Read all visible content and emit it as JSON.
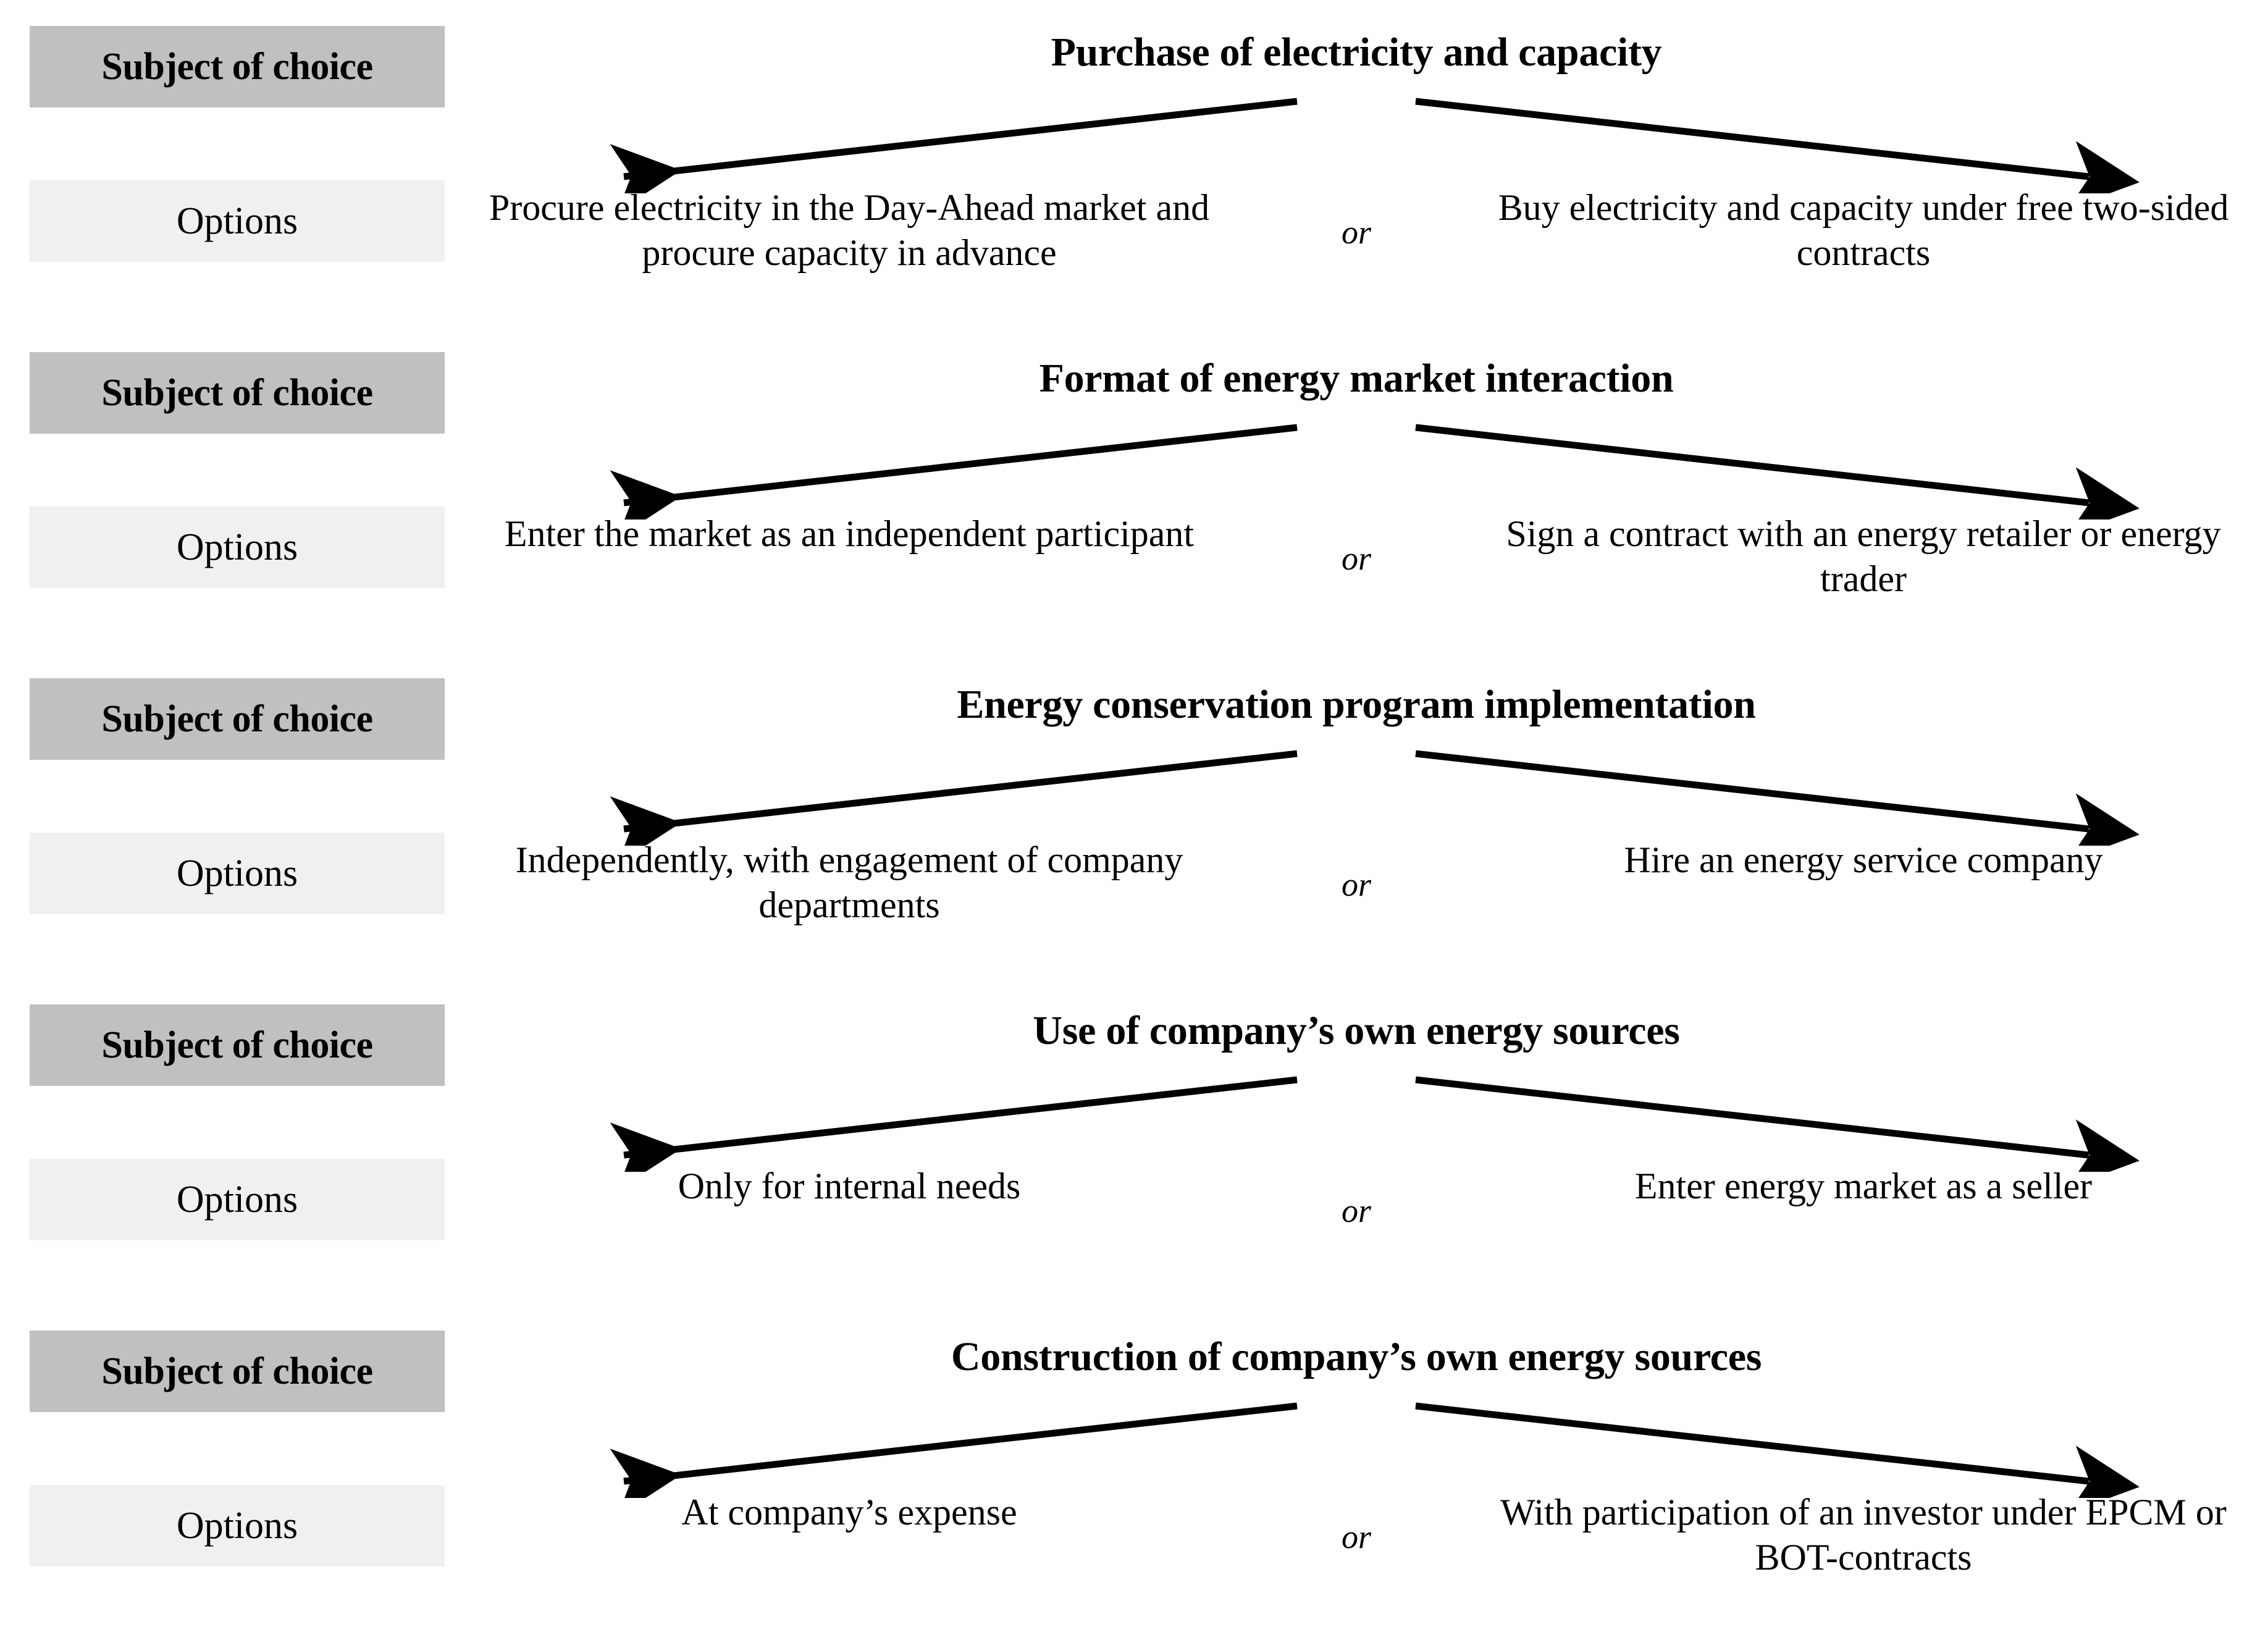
{
  "theme": {
    "background": "#ffffff",
    "subject_box_bg": "#c0c0c0",
    "options_box_bg": "#f0f0f0",
    "text_color": "#000000",
    "arrow_color": "#000000"
  },
  "labels": {
    "subject_of_choice": "Subject of choice",
    "options": "Options",
    "or": "or"
  },
  "sections": [
    {
      "subject_label": "Subject of choice",
      "options_label": "Options",
      "title": "Purchase of electricity and capacity",
      "or": "or",
      "option_left": "Procure electricity in the Day-Ahead market and procure capacity in advance",
      "option_right": "Buy electricity and capacity under free two-sided contracts"
    },
    {
      "subject_label": "Subject of choice",
      "options_label": "Options",
      "title": "Format of energy market interaction",
      "or": "or",
      "option_left": "Enter the market as an independent participant",
      "option_right": "Sign a contract with an energy retailer or energy trader"
    },
    {
      "subject_label": "Subject of choice",
      "options_label": "Options",
      "title": "Energy conservation program implementation",
      "or": "or",
      "option_left": "Independently, with engagement of company departments",
      "option_right": "Hire an energy service company"
    },
    {
      "subject_label": "Subject of choice",
      "options_label": "Options",
      "title": "Use of company’s own energy sources",
      "or": "or",
      "option_left": "Only for internal needs",
      "option_right": "Enter energy market as a seller"
    },
    {
      "subject_label": "Subject of choice",
      "options_label": "Options",
      "title": "Construction of company’s own energy sources",
      "or": "or",
      "option_left": "At company’s expense",
      "option_right": "With participation of an investor under EPCM or BOT-contracts"
    }
  ]
}
